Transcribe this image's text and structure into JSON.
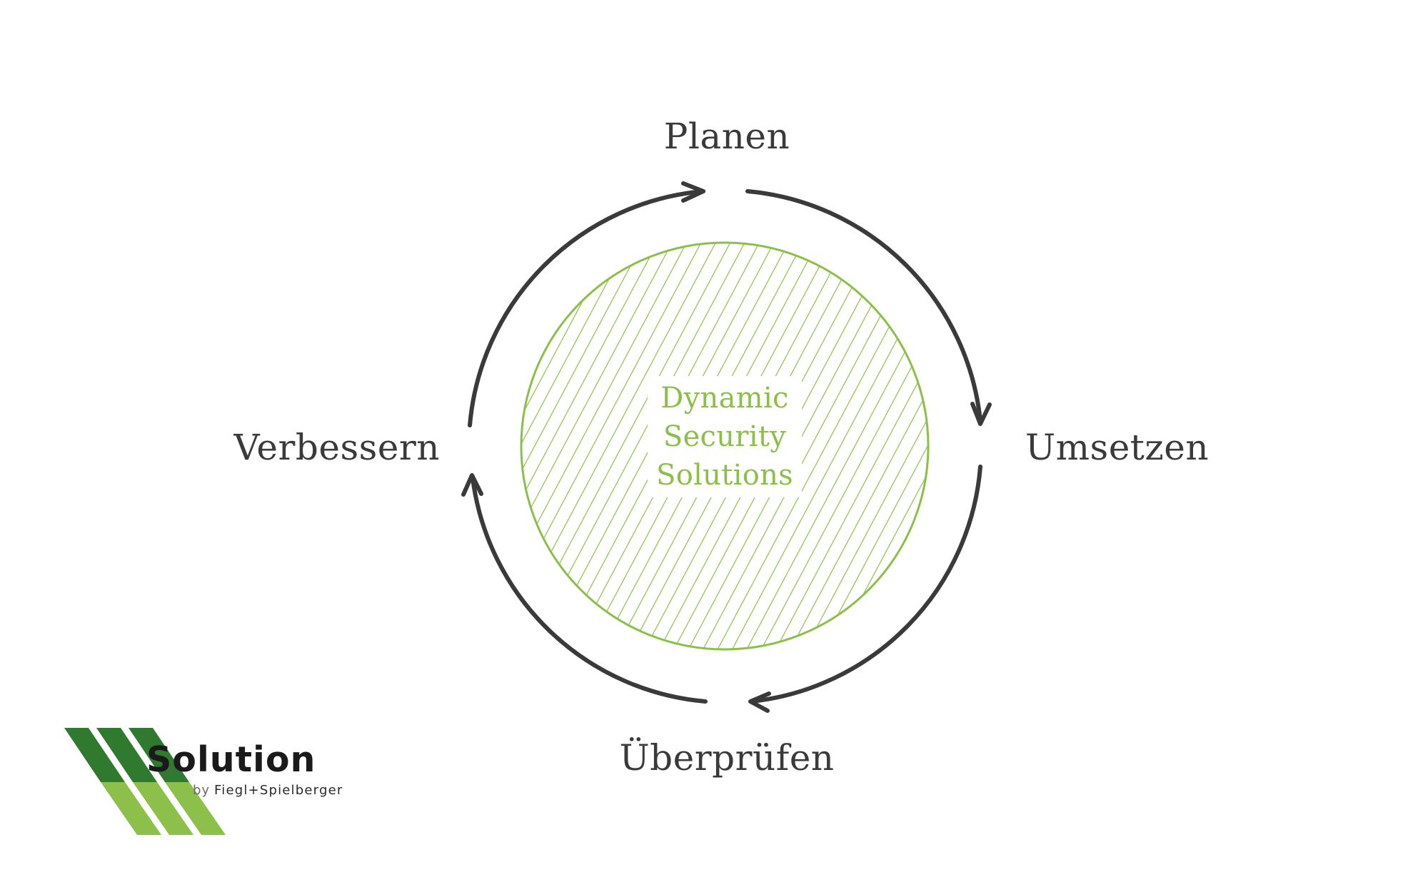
{
  "diagram": {
    "steps": {
      "top": "Planen",
      "right": "Umsetzen",
      "bottom": "Überprüfen",
      "left": "Verbessern"
    },
    "center": {
      "line1": "Dynamic",
      "line2": "Security",
      "line3": "Solutions"
    },
    "colors": {
      "arrow": "#3a3a3a",
      "accent_green": "#8cbf4a"
    }
  },
  "logo": {
    "word": "Solution",
    "by": "by",
    "brand": "Fiegl+Spielberger",
    "colors": {
      "dark_green": "#2f7a2f",
      "light_green": "#8cc04b"
    }
  }
}
